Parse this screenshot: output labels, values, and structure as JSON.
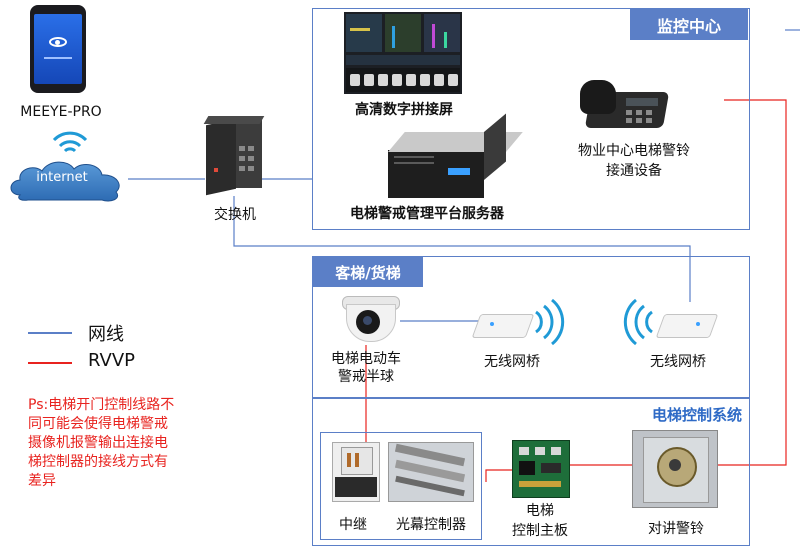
{
  "phone": {
    "label": "MEEYE-PRO"
  },
  "cloud": {
    "label": "internet"
  },
  "switch": {
    "label": "交换机"
  },
  "monitor_center": {
    "title": "监控中心",
    "video_wall": "高清数字拼接屏",
    "server": "电梯警戒管理平台服务器",
    "phone_device_line1": "物业中心电梯警铃",
    "phone_device_line2": "接通设备"
  },
  "elevator_section": {
    "title": "客梯/货梯",
    "camera_line1": "电梯电动车",
    "camera_line2": "警戒半球",
    "bridge1": "无线网桥",
    "bridge2": "无线网桥"
  },
  "control_system": {
    "title": "电梯控制系统",
    "relay": "中继",
    "light_curtain": "光幕控制器",
    "mainboard_line1": "电梯",
    "mainboard_line2": "控制主板",
    "intercom": "对讲警铃"
  },
  "legend": {
    "network_label": "网线",
    "rvvp_label": "RVVP",
    "network_color": "#5b7fc7",
    "rvvp_color": "#e8231f"
  },
  "note": {
    "line1": "Ps:电梯开门控制线路不",
    "line2": "同可能会使得电梯警戒",
    "line3": "摄像机报警输出连接电",
    "line4": "梯控制器的接线方式有",
    "line5": "差异"
  }
}
